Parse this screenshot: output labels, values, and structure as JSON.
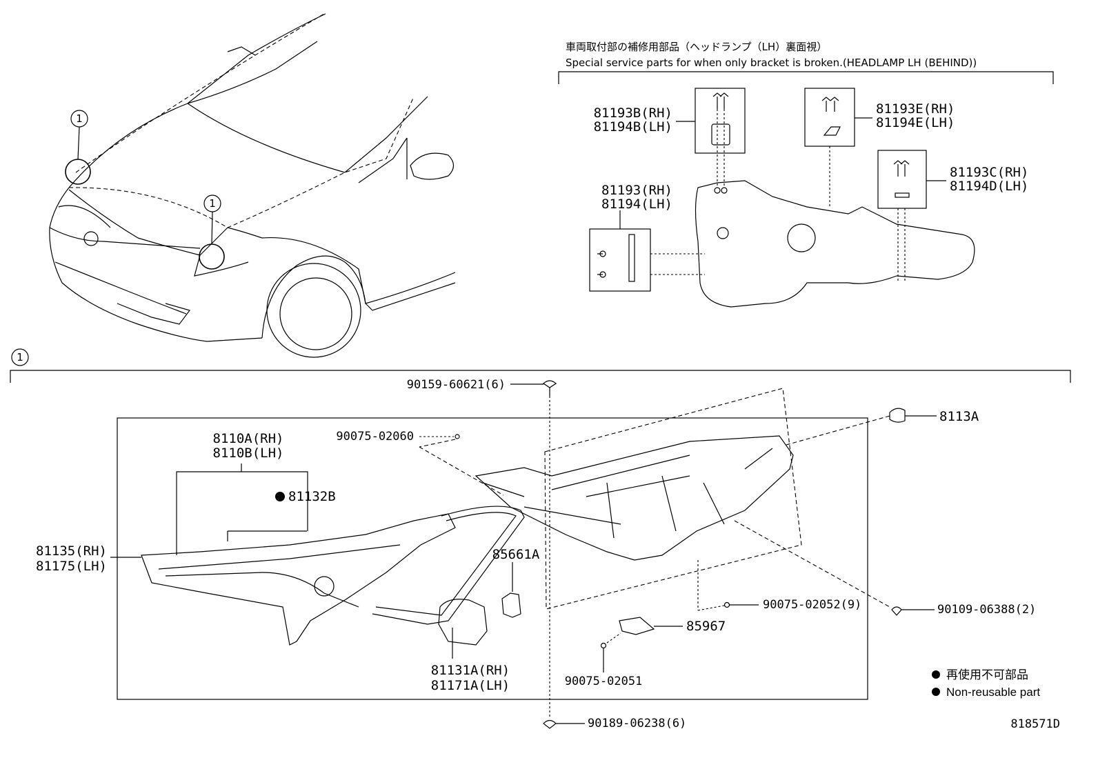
{
  "callout_marker": "1",
  "service_header": {
    "japanese": "車両取付部の補修用部品（ヘッドランプ（LH）裏面視）",
    "english": "Special service parts for when only bracket is broken.(HEADLAMP LH (BEHIND))"
  },
  "bracket_parts": [
    {
      "id": "b1",
      "lines": [
        "81193B(RH)",
        "81194B(LH)"
      ]
    },
    {
      "id": "b2",
      "lines": [
        "81193E(RH)",
        "81194E(LH)"
      ]
    },
    {
      "id": "b3",
      "lines": [
        "81193C(RH)",
        "81194D(LH)"
      ]
    },
    {
      "id": "b4",
      "lines": [
        "81193(RH)",
        "81194(LH)"
      ]
    }
  ],
  "part_labels": {
    "p90159": "90159-60621(6)",
    "p8113A": "8113A",
    "p90075_02060": "90075-02060",
    "p8110A": "8110A(RH)",
    "p8110B": "8110B(LH)",
    "p81132B": "81132B",
    "p81135": "81135(RH)",
    "p81175": "81175(LH)",
    "p85661A": "85661A",
    "p81131A": "81131A(RH)",
    "p81171A": "81171A(LH)",
    "p90075_02052": "90075-02052(9)",
    "p85967": "85967",
    "p90109": "90109-06388(2)",
    "p90075_02051": "90075-02051",
    "p90189": "90189-06238(6)"
  },
  "legend": {
    "non_reusable_jp": "再使用不可部品",
    "non_reusable_en": "Non-reusable part"
  },
  "diagram_number": "818571D"
}
